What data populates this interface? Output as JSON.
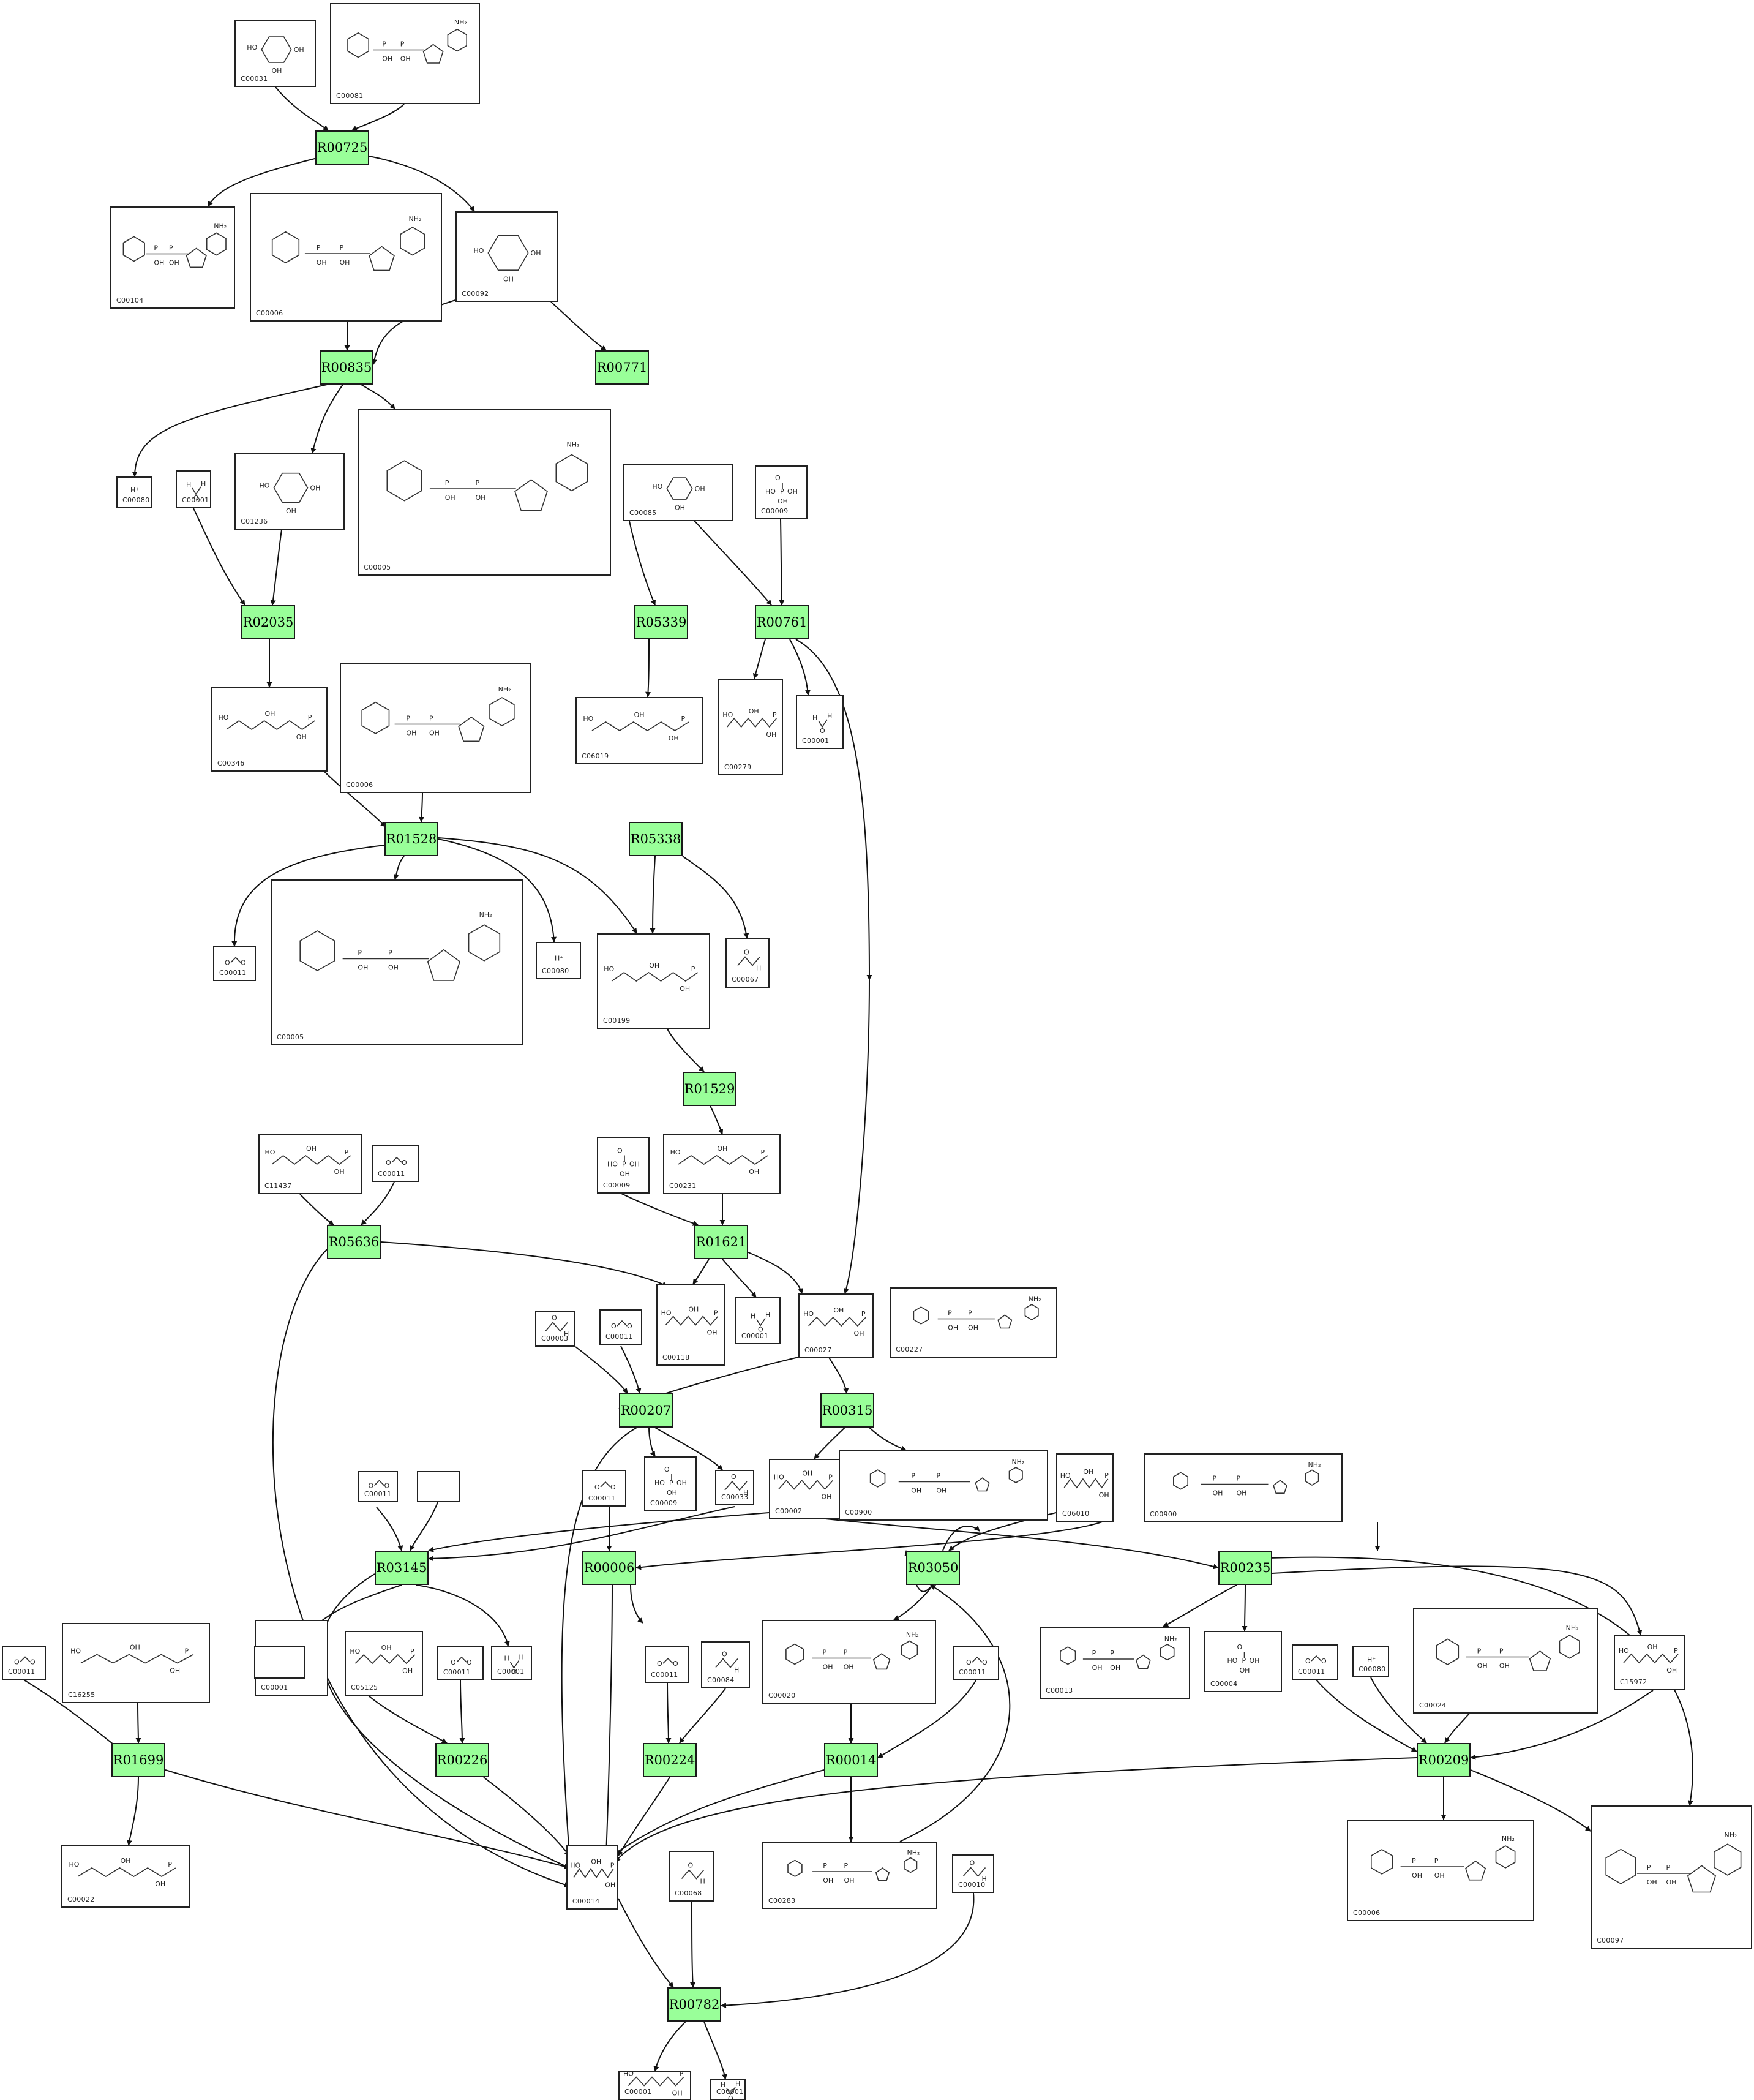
{
  "diagram": {
    "reactions": [
      "R00725",
      "R00835",
      "R00771",
      "R02035",
      "R05339",
      "R00761",
      "R01528",
      "R05338",
      "R01529",
      "R05636",
      "R01621",
      "R00207",
      "R00315",
      "R03145",
      "R00006",
      "R03050",
      "R00235",
      "R01699",
      "R00226",
      "R00224",
      "R00014",
      "R00209",
      "R00782"
    ],
    "compound_ids": [
      "C00031",
      "C00081",
      "C00104",
      "C00006",
      "C00092",
      "C00080",
      "C00001",
      "C01236",
      "C00005",
      "C00085",
      "C00009",
      "C00346",
      "C06019",
      "C00279",
      "C00011",
      "C00199",
      "C00067",
      "C11437",
      "C00231",
      "C00118",
      "C00027",
      "C00227",
      "C00003",
      "C00033",
      "C00002",
      "C00900",
      "C06010",
      "C16255",
      "C05125",
      "C00084",
      "C00020",
      "C00013",
      "C00004",
      "C00024",
      "C15972",
      "C00022",
      "C00014",
      "C00068",
      "C00283",
      "C00010",
      "C00097"
    ]
  },
  "styles": {
    "reaction_fill": "#99ff99",
    "border": "#1a1a1a",
    "edge": "#111111"
  }
}
